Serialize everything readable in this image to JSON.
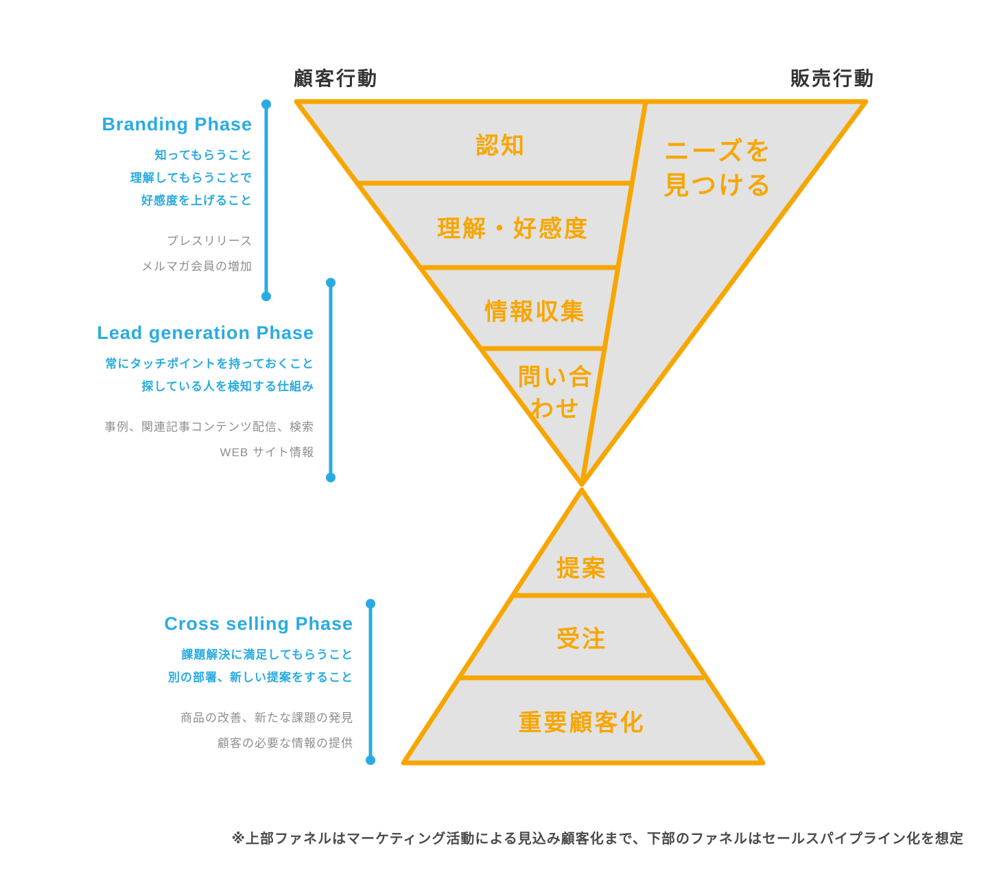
{
  "colors": {
    "orange": "#F7A600",
    "blue": "#29ABE2",
    "funnel_fill": "#E2E2E2",
    "dark_text": "#333333",
    "gray_text": "#8E8E8E"
  },
  "header": {
    "left": "顧客行動",
    "right": "販売行動"
  },
  "funnel_top": {
    "segments": [
      {
        "label": "認知"
      },
      {
        "label": "理解・好感度"
      },
      {
        "label": "情報収集"
      },
      {
        "label": "問い合\nわせ"
      }
    ],
    "side_label": "ニーズを\n見つける"
  },
  "funnel_bottom": {
    "segments": [
      {
        "label": "提案"
      },
      {
        "label": "受注"
      },
      {
        "label": "重要顧客化"
      }
    ]
  },
  "phases": [
    {
      "title": "Branding Phase",
      "points": [
        "知ってもらうこと",
        "理解してもらうことで",
        "好感度を上げること"
      ],
      "notes": [
        "プレスリリース",
        "メルマガ会員の増加"
      ]
    },
    {
      "title": "Lead generation Phase",
      "points": [
        "常にタッチポイントを持っておくこと",
        "探している人を検知する仕組み"
      ],
      "notes": [
        "事例、関連記事コンテンツ配信、検索",
        "WEB サイト情報"
      ]
    },
    {
      "title": "Cross selling Phase",
      "points": [
        "課題解決に満足してもらうこと",
        "別の部署、新しい提案をすること"
      ],
      "notes": [
        "商品の改善、新たな課題の発見",
        "顧客の必要な情報の提供"
      ]
    }
  ],
  "footnote": "※上部ファネルはマーケティング活動による見込み顧客化まで、下部のファネルはセールスパイプライン化を想定"
}
